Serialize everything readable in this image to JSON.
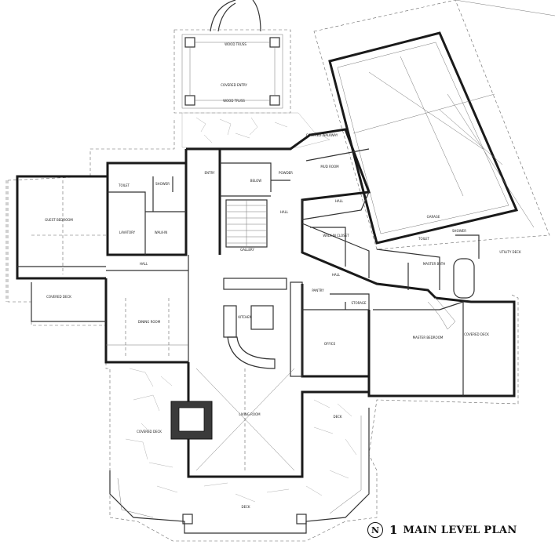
{
  "drawing": {
    "plan_number": "1",
    "plan_title": "MAIN LEVEL PLAN",
    "north_label": "N"
  },
  "rooms": {
    "timber_truss_top": "WOOD TRUSS",
    "covered_entry": "COVERED ENTRY",
    "timber_truss_bottom": "WOOD TRUSS",
    "covered_walkway": "COVERED WALKWAY",
    "garage": "GARAGE",
    "mud_room": "MUD ROOM",
    "entry": "ENTRY",
    "below": "BELOW",
    "powder": "POWDER",
    "toilet": "TOILET",
    "shower": "SHOWER",
    "hall_upper": "HALL",
    "guest_bedroom": "GUEST BEDROOM",
    "lavatory": "LAVATORY",
    "walk_in_closet": "WALK-IN",
    "walk_in_closet_main": "WALK-IN CLOSET",
    "hall_center": "HALL",
    "gallery": "GALLERY",
    "hall_west": "HALL",
    "covered_deck_west": "COVERED DECK",
    "dining_room": "DINING ROOM",
    "kitchen": "KITCHEN",
    "pantry": "PANTRY",
    "storage": "STORAGE",
    "office": "OFFICE",
    "hall_east": "HALL",
    "master_toilet": "TOILET",
    "master_bath": "MASTER BATH",
    "master_shower": "SHOWER",
    "master_bedroom": "MASTER BEDROOM",
    "covered_deck_east": "COVERED DECK",
    "living_room": "LIVING ROOM",
    "covered_deck_south": "COVERED DECK",
    "deck_east": "DECK",
    "deck_south": "DECK",
    "utility_deck": "UTILITY DECK"
  }
}
